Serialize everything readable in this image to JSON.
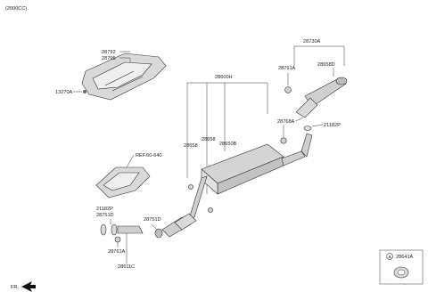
{
  "header": {
    "engine_note": "(2000CC)"
  },
  "labels": {
    "p28792": "28792",
    "p28795": "28795",
    "p13270A": "13270A",
    "p28730A": "28730A",
    "p28761A_top": "28761A",
    "p28658D": "28658D",
    "p28600H": "28600H",
    "p28768A": "28768A",
    "p21182P_right": "21182P",
    "p28658_a": "28658",
    "p28658_b": "28658",
    "p28650B": "28650B",
    "ref": "REF.60-640",
    "p21182P_left": "21182P",
    "p28751D_left": "28751D",
    "p28751D_mid": "28751D",
    "p28761A_bottom": "28761A",
    "p28611C": "28611C"
  },
  "legend_box": {
    "marker": "a",
    "part": "28641A"
  },
  "footer": {
    "fr_label": "FR."
  }
}
